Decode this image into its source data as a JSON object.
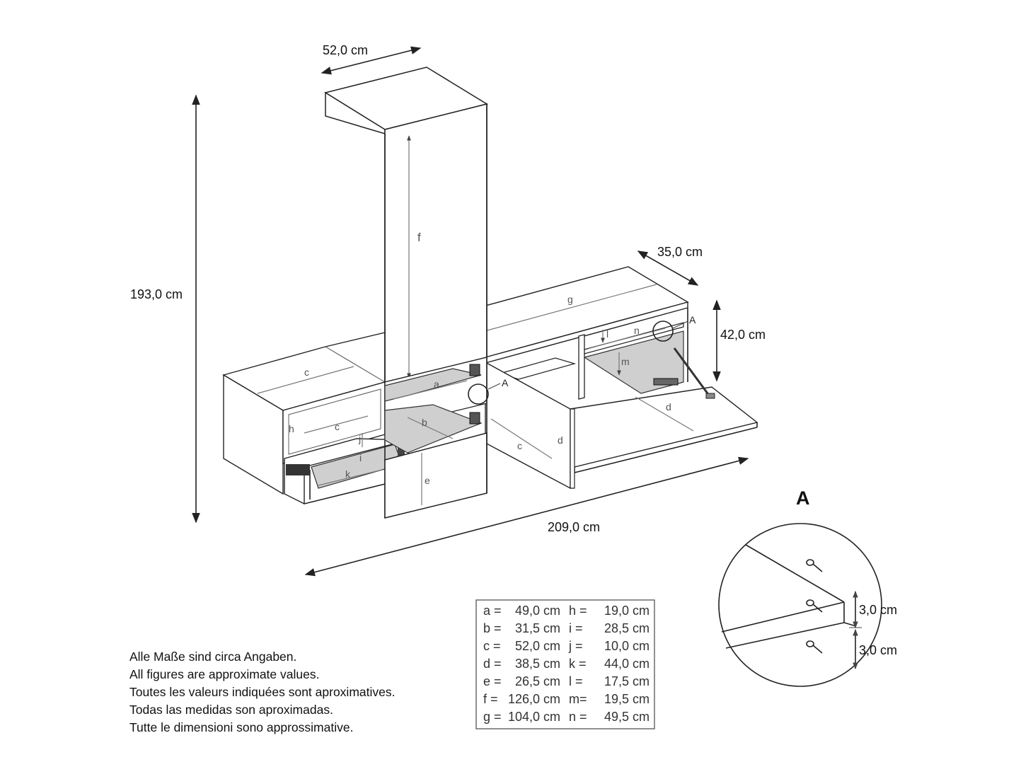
{
  "colors": {
    "line": "#222222",
    "shade": "#cfcfcf",
    "text": "#111111",
    "label": "#555555"
  },
  "dimensions": {
    "width_top": "52,0 cm",
    "height_total": "193,0 cm",
    "depth_low": "35,0 cm",
    "height_low": "42,0 cm",
    "length_total": "209,0 cm"
  },
  "part_labels": {
    "a": "a",
    "b": "b",
    "c": "c",
    "d": "d",
    "e": "e",
    "f": "f",
    "g": "g",
    "h": "h",
    "i": "i",
    "j": "j",
    "k": "k",
    "l": "l",
    "m": "m",
    "n": "n"
  },
  "callout_label": "A",
  "detail": {
    "title": "A",
    "dim_upper": "3,0 cm",
    "dim_lower": "3,0 cm"
  },
  "measurements": {
    "left": [
      {
        "key": "a =",
        "value": "49,0 cm"
      },
      {
        "key": "b =",
        "value": "31,5 cm"
      },
      {
        "key": "c =",
        "value": "52,0 cm"
      },
      {
        "key": "d =",
        "value": "38,5 cm"
      },
      {
        "key": "e =",
        "value": "26,5 cm"
      },
      {
        "key": "f =",
        "value": "126,0 cm"
      },
      {
        "key": "g =",
        "value": "104,0 cm"
      }
    ],
    "right": [
      {
        "key": "h =",
        "value": "19,0 cm"
      },
      {
        "key": "i =",
        "value": "28,5 cm"
      },
      {
        "key": "j =",
        "value": "10,0 cm"
      },
      {
        "key": "k =",
        "value": "44,0 cm"
      },
      {
        "key": "l =",
        "value": "17,5 cm"
      },
      {
        "key": "m=",
        "value": "19,5 cm"
      },
      {
        "key": "n =",
        "value": "49,5 cm"
      }
    ]
  },
  "disclaimer": [
    "Alle Maße sind circa Angaben.",
    "All figures are approximate values.",
    "Toutes les valeurs indiquées sont aproximatives.",
    "Todas las medidas son aproximadas.",
    "Tutte le dimensioni sono approssimative."
  ]
}
